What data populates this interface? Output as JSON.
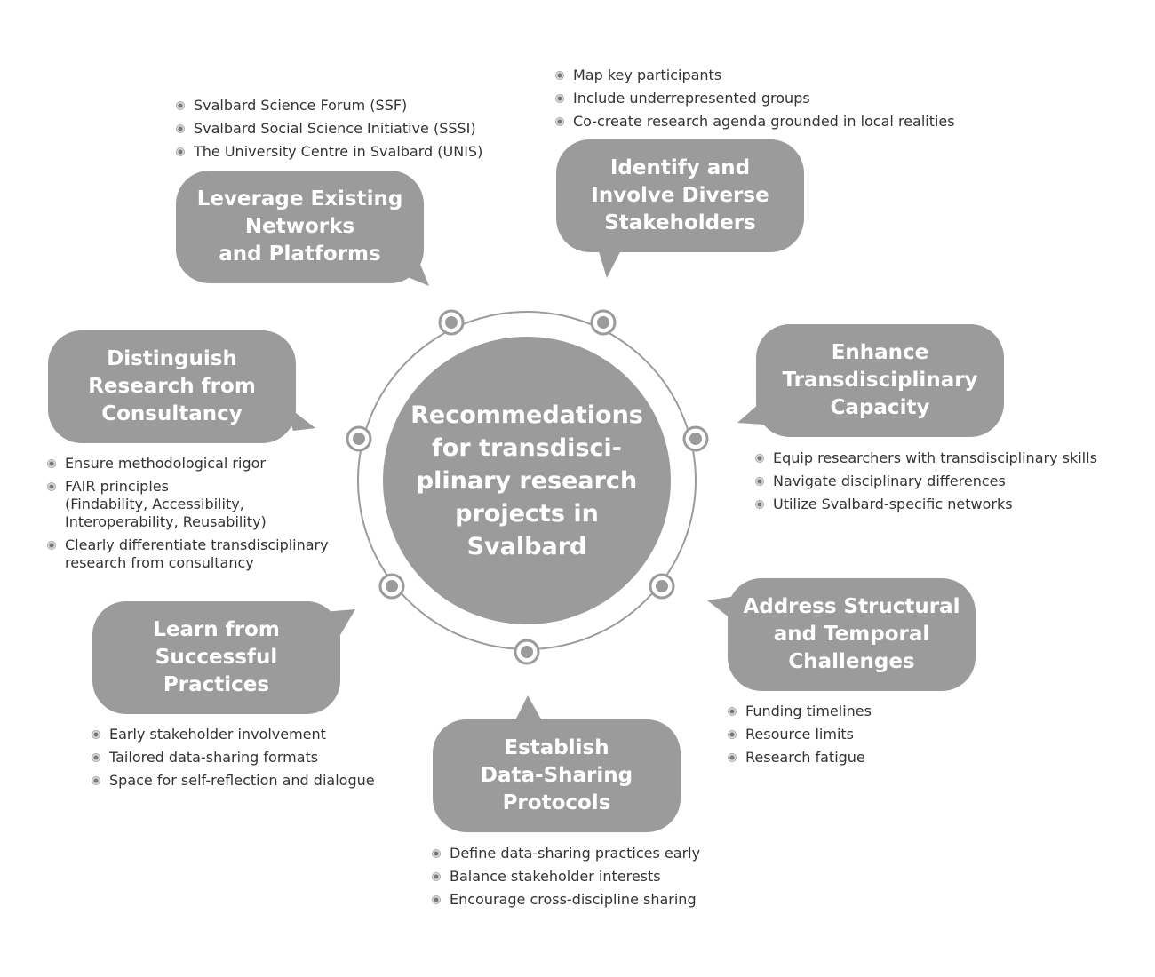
{
  "center": {
    "title": "Recommedations\nfor transdisci-\nplinary research\nprojects in\nSvalbard"
  },
  "colors": {
    "bubble": "#9b9b9b",
    "text": "#333333",
    "ring": "#9b9b9b"
  },
  "bubbles": [
    {
      "title": "Leverage Existing\nNetworks\nand Platforms",
      "items": [
        "Svalbard Science Forum (SSF)",
        "Svalbard Social Science Initiative (SSSI)",
        "The University Centre in Svalbard (UNIS)"
      ]
    },
    {
      "title": "Identify and\nInvolve Diverse\nStakeholders",
      "items": [
        "Map key participants",
        "Include underrepresented groups",
        "Co-create research agenda grounded in local realities"
      ]
    },
    {
      "title": "Distinguish\nResearch from\nConsultancy",
      "items": [
        "Ensure methodological rigor",
        "FAIR principles\n(Findability, Accessibility,\nInteroperability, Reusability)",
        "Clearly differentiate transdisciplinary\nresearch from consultancy"
      ]
    },
    {
      "title": "Enhance\nTransdisciplinary\nCapacity",
      "items": [
        "Equip researchers with transdisciplinary skills",
        "Navigate disciplinary differences",
        "Utilize Svalbard-specific networks"
      ]
    },
    {
      "title": "Learn from\nSuccessful\nPractices",
      "items": [
        "Early stakeholder involvement",
        "Tailored data-sharing formats",
        "Space for self-reflection and dialogue"
      ]
    },
    {
      "title": "Address Structural\nand Temporal\nChallenges",
      "items": [
        "Funding timelines",
        "Resource limits",
        "Research fatigue"
      ]
    },
    {
      "title": "Establish\nData-Sharing\nProtocols",
      "items": [
        "Define data-sharing practices early",
        "Balance stakeholder interests",
        "Encourage cross-discipline sharing"
      ]
    }
  ]
}
